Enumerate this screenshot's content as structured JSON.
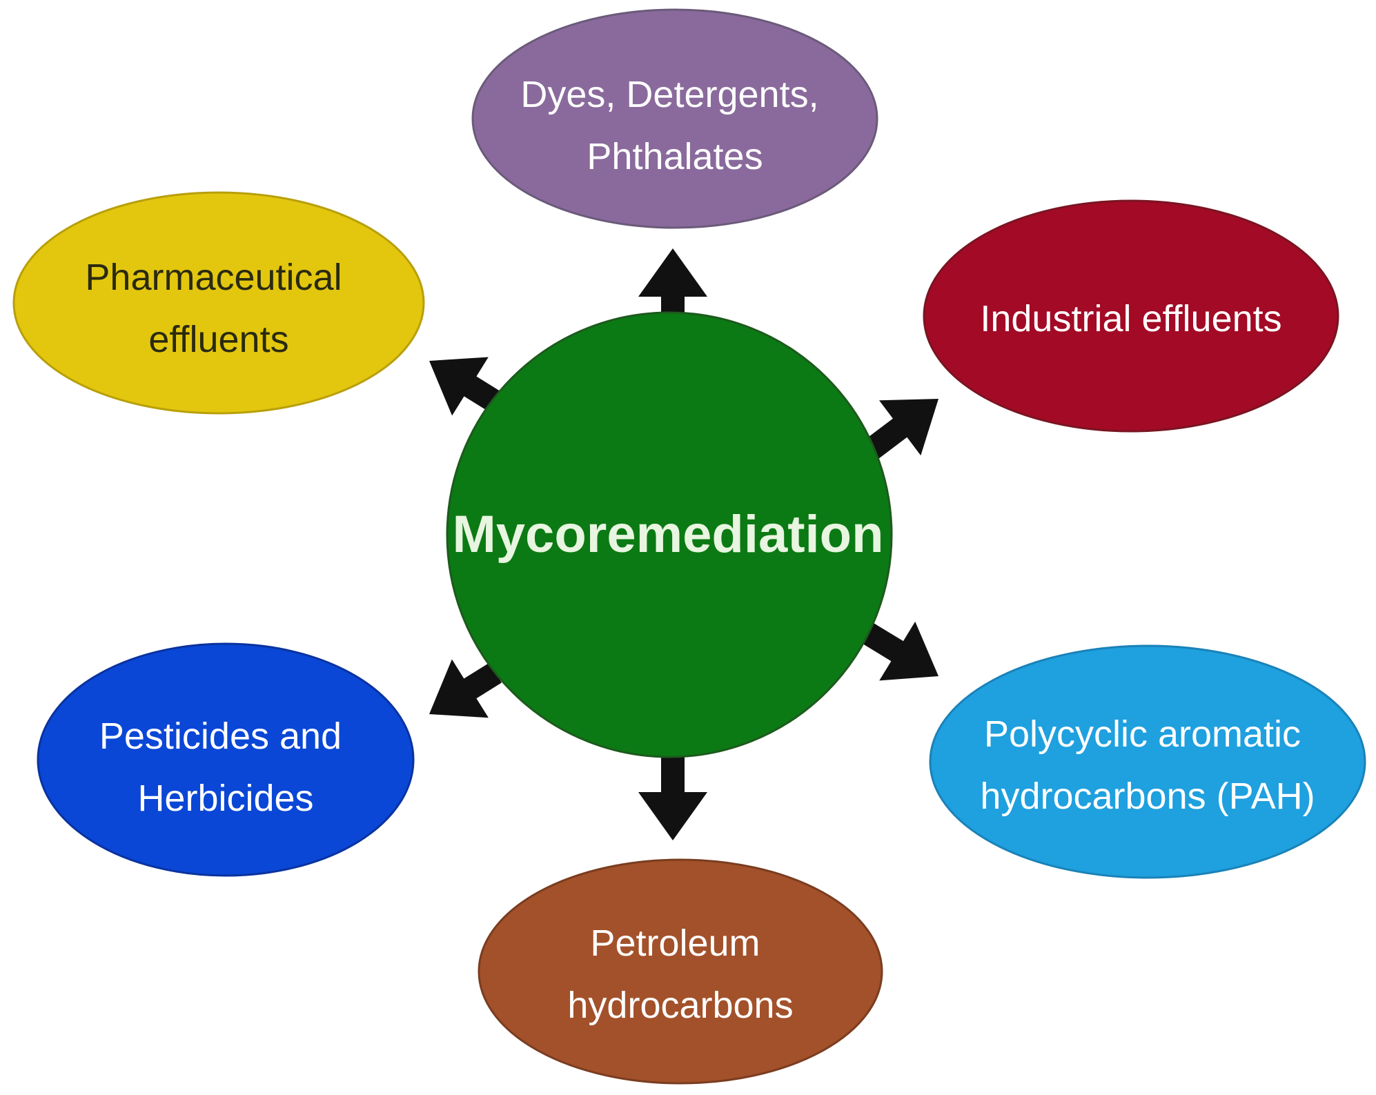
{
  "center": {
    "label": "Mycoremediation",
    "fill": "#0b7a14",
    "text_color": "#e8f5e0"
  },
  "nodes": [
    {
      "id": "dyes",
      "lines": [
        "Dyes, Detergents,",
        "Phthalates"
      ],
      "fill": "#8a6a9c",
      "text_color": "#ffffff"
    },
    {
      "id": "industrial",
      "lines": [
        "Industrial effluents"
      ],
      "fill": "#a30a25",
      "text_color": "#ffffff"
    },
    {
      "id": "pah",
      "lines": [
        "Polycyclic aromatic",
        "hydrocarbons (PAH)"
      ],
      "fill": "#1fa0df",
      "text_color": "#ffffff"
    },
    {
      "id": "petroleum",
      "lines": [
        "Petroleum",
        "hydrocarbons"
      ],
      "fill": "#a3512a",
      "text_color": "#ffffff"
    },
    {
      "id": "pesticides",
      "lines": [
        "Pesticides and",
        "Herbicides"
      ],
      "fill": "#0a47d6",
      "text_color": "#ffffff"
    },
    {
      "id": "pharma",
      "lines": [
        "Pharmaceutical",
        "effluents"
      ],
      "fill": "#e3c70e",
      "text_color": "#2a2a10"
    }
  ],
  "arrow_color": "#111111"
}
